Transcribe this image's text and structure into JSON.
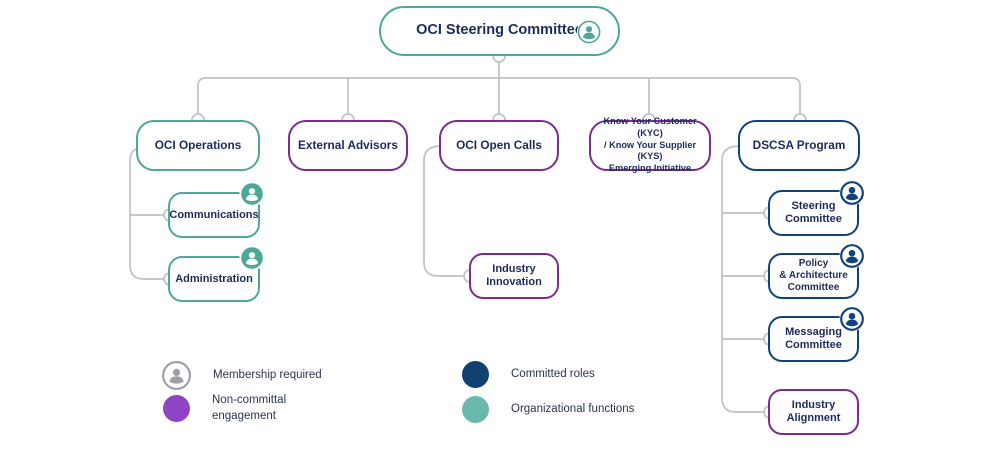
{
  "colors": {
    "teal": "#4FA79B",
    "purple": "#7B2D8E",
    "navy": "#11427B",
    "navy_text": "#1d2a5c",
    "connector_gray": "#BFC3C7",
    "legend_gray": "#9AA0A6",
    "legend_purple": "#8E44C4",
    "legend_navy": "#10406F",
    "legend_teal": "#6BB8AD",
    "white": "#FFFFFF"
  },
  "root": {
    "label": "OCI Steering Committee",
    "accent": "teal",
    "badge": "member-badge-teal"
  },
  "level2": [
    {
      "id": "oci-operations",
      "label": "OCI Operations",
      "accent": "teal",
      "badge": null
    },
    {
      "id": "external-advisors",
      "label": "External Advisors",
      "accent": "purple",
      "badge": null
    },
    {
      "id": "oci-open-calls",
      "label": "OCI Open Calls",
      "accent": "purple",
      "badge": null
    },
    {
      "id": "kyc-kys",
      "label": "Know Your Customer (KYC)\n/ Know Your Supplier (KYS)\nEmerging Initiative",
      "accent": "purple",
      "badge": null
    },
    {
      "id": "dscsa-program",
      "label": "DSCSA Program",
      "accent": "navy",
      "badge": null
    }
  ],
  "operations_children": [
    {
      "id": "communications",
      "label": "Communications",
      "accent": "teal",
      "badge": "member-badge-teal"
    },
    {
      "id": "administration",
      "label": "Administration",
      "accent": "teal",
      "badge": "member-badge-teal"
    }
  ],
  "open_calls_children": [
    {
      "id": "industry-innovation",
      "label": "Industry\nInnovation",
      "accent": "purple",
      "badge": null
    }
  ],
  "dscsa_children": [
    {
      "id": "steering-committee",
      "label": "Steering\nCommittee",
      "accent": "navy",
      "badge": "member-badge-navy"
    },
    {
      "id": "policy-architecture",
      "label": "Policy\n& Architecture\nCommittee",
      "accent": "navy",
      "badge": "member-badge-navy"
    },
    {
      "id": "messaging-committee",
      "label": "Messaging\nCommittee",
      "accent": "navy",
      "badge": "member-badge-navy"
    },
    {
      "id": "industry-alignment",
      "label": "Industry\nAlignment",
      "accent": "purple",
      "badge": null
    }
  ],
  "legend": {
    "items": [
      {
        "id": "membership-required",
        "marker": "person-icon",
        "color": "#9AA0A6",
        "label": "Membership required"
      },
      {
        "id": "non-committal",
        "marker": "circle-swatch",
        "color": "#8E44C4",
        "label": "Non-committal\nengagement"
      },
      {
        "id": "committed-roles",
        "marker": "circle-swatch",
        "color": "#10406F",
        "label": "Committed roles"
      },
      {
        "id": "organizational-functions",
        "marker": "circle-swatch",
        "color": "#6BB8AD",
        "label": "Organizational functions"
      }
    ]
  }
}
